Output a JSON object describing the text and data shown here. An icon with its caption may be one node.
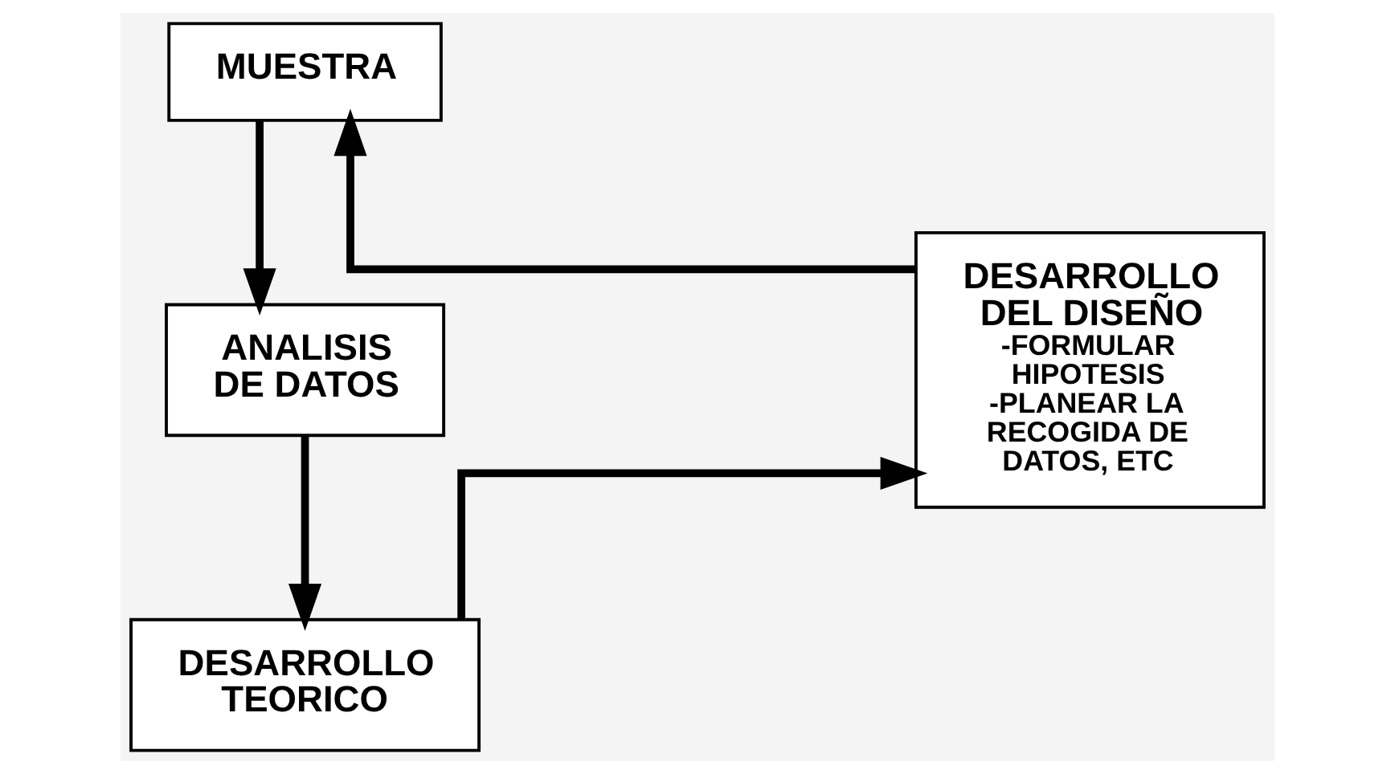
{
  "diagram": {
    "nodes": [
      {
        "text": [
          "MUESTRA"
        ]
      },
      {
        "text": [
          "ANALISIS DE DATOS"
        ]
      },
      {
        "text": [
          "DESARROLLO TEORICO"
        ]
      },
      {
        "text": [
          "DESARROLLO DEL DISEÑO",
          "-FORMULAR HIPOTESIS",
          "-PLANEAR LA RECOGIDA DE DATOS, ETC"
        ]
      }
    ],
    "edges": [
      {
        "from": 3,
        "to": 0,
        "arrow": "to"
      },
      {
        "from": 0,
        "to": 1,
        "arrow": "to"
      },
      {
        "from": 1,
        "to": 2,
        "arrow": "to"
      },
      {
        "from": 2,
        "to": 3,
        "arrow": "to"
      }
    ]
  }
}
